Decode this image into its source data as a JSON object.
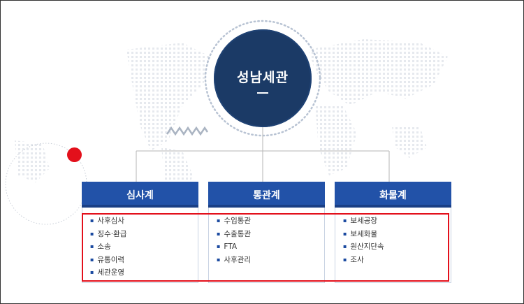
{
  "center": {
    "title": "성남세관"
  },
  "departments": [
    {
      "name": "심사계",
      "items": [
        "사후심사",
        "징수·환급",
        "소송",
        "유통이력",
        "세관운영"
      ]
    },
    {
      "name": "통관계",
      "items": [
        "수입통관",
        "수출통관",
        "FTA",
        "사후관리"
      ]
    },
    {
      "name": "화물계",
      "items": [
        "보세공장",
        "보세화물",
        "원산지단속",
        "조사"
      ]
    }
  ],
  "colors": {
    "navy": "#1b3a66",
    "header_blue": "#2252a8",
    "highlight_red": "#e3101b"
  }
}
